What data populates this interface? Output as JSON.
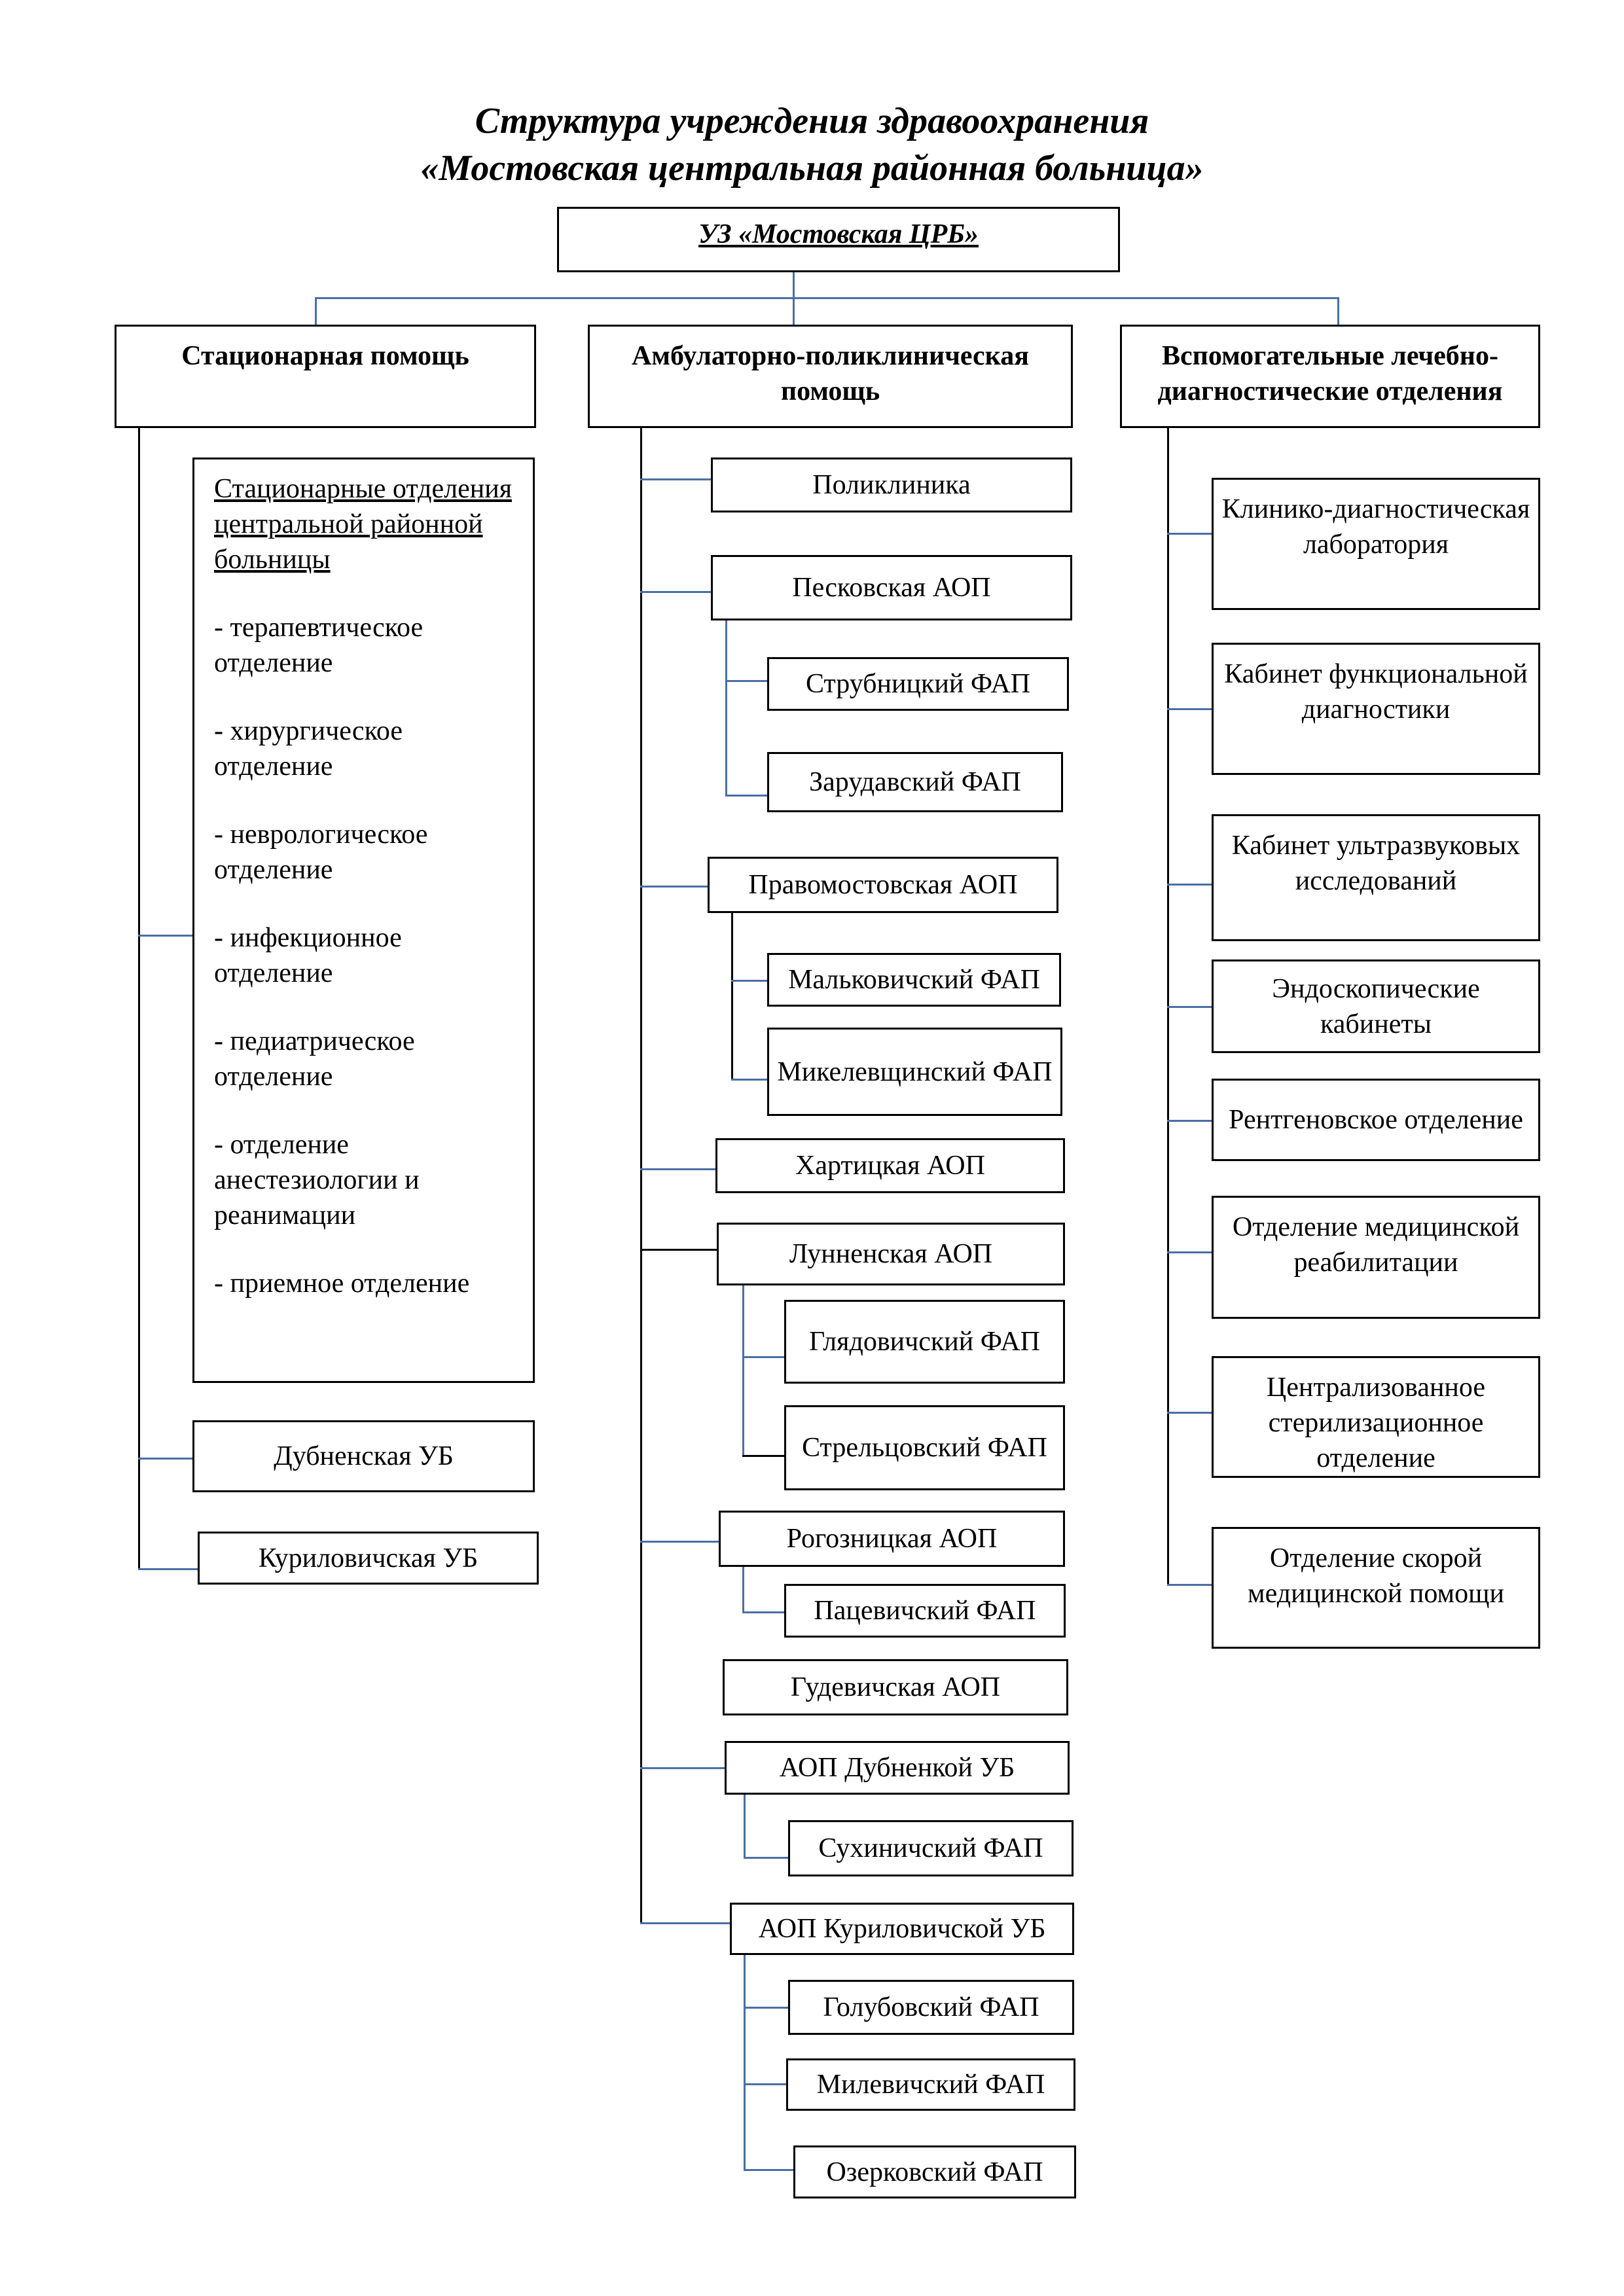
{
  "title": {
    "line1": "Структура учреждения здравоохранения",
    "line2": "«Мостовская центральная районная больница»"
  },
  "root": {
    "label": "УЗ «Мостовская ЦРБ»"
  },
  "columns": {
    "inpatient": {
      "label": "Стационарная помощь",
      "departments_heading": "Стационарные отделения центральной районной больницы",
      "departments": [
        "- терапевтическое отделение",
        "- хирургическое отделение",
        "- неврологическое отделение",
        "- инфекционное отделение",
        "- педиатрическое отделение",
        "- отделение анестезиологии и реанимации",
        "- приемное отделение"
      ],
      "units": [
        "Дубненская УБ",
        "Куриловичская УБ"
      ]
    },
    "outpatient": {
      "label": "Амбулаторно-поликлиническая помощь",
      "polyclinic": "Поликлиника",
      "groups": [
        {
          "name": "Песковская АОП",
          "faps": [
            "Струбницкий ФАП",
            "Зарудавский ФАП"
          ]
        },
        {
          "name": "Правомостовская АОП",
          "faps": [
            "Мальковичский ФАП",
            "Микелевщинский ФАП"
          ]
        },
        {
          "name": "Хартицкая АОП",
          "faps": []
        },
        {
          "name": "Лунненская АОП",
          "faps": [
            "Глядовичский ФАП",
            "Стрельцовский ФАП"
          ]
        },
        {
          "name": "Рогозницкая АОП",
          "faps": [
            "Пацевичский ФАП"
          ]
        },
        {
          "name": "Гудевичская АОП",
          "faps": []
        },
        {
          "name": "АОП Дубненкой УБ",
          "faps": [
            "Сухиничский ФАП"
          ]
        },
        {
          "name": "АОП Куриловичской УБ",
          "faps": [
            "Голубовский ФАП",
            "Милевичский ФАП",
            "Озерковский ФАП"
          ]
        }
      ]
    },
    "auxiliary": {
      "label": "Вспомогательные лечебно-диагностические отделения",
      "units": [
        "Клинико-диагностическая лаборатория",
        "Кабинет функциональной диагностики",
        "Кабинет ультразвуковых исследований",
        "Эндоскопические кабинеты",
        "Рентгеновское отделение",
        "Отделение медицинской реабилитации",
        "Централизованное стерилизационное отделение",
        "Отделение скорой медицинской помощи"
      ]
    }
  }
}
